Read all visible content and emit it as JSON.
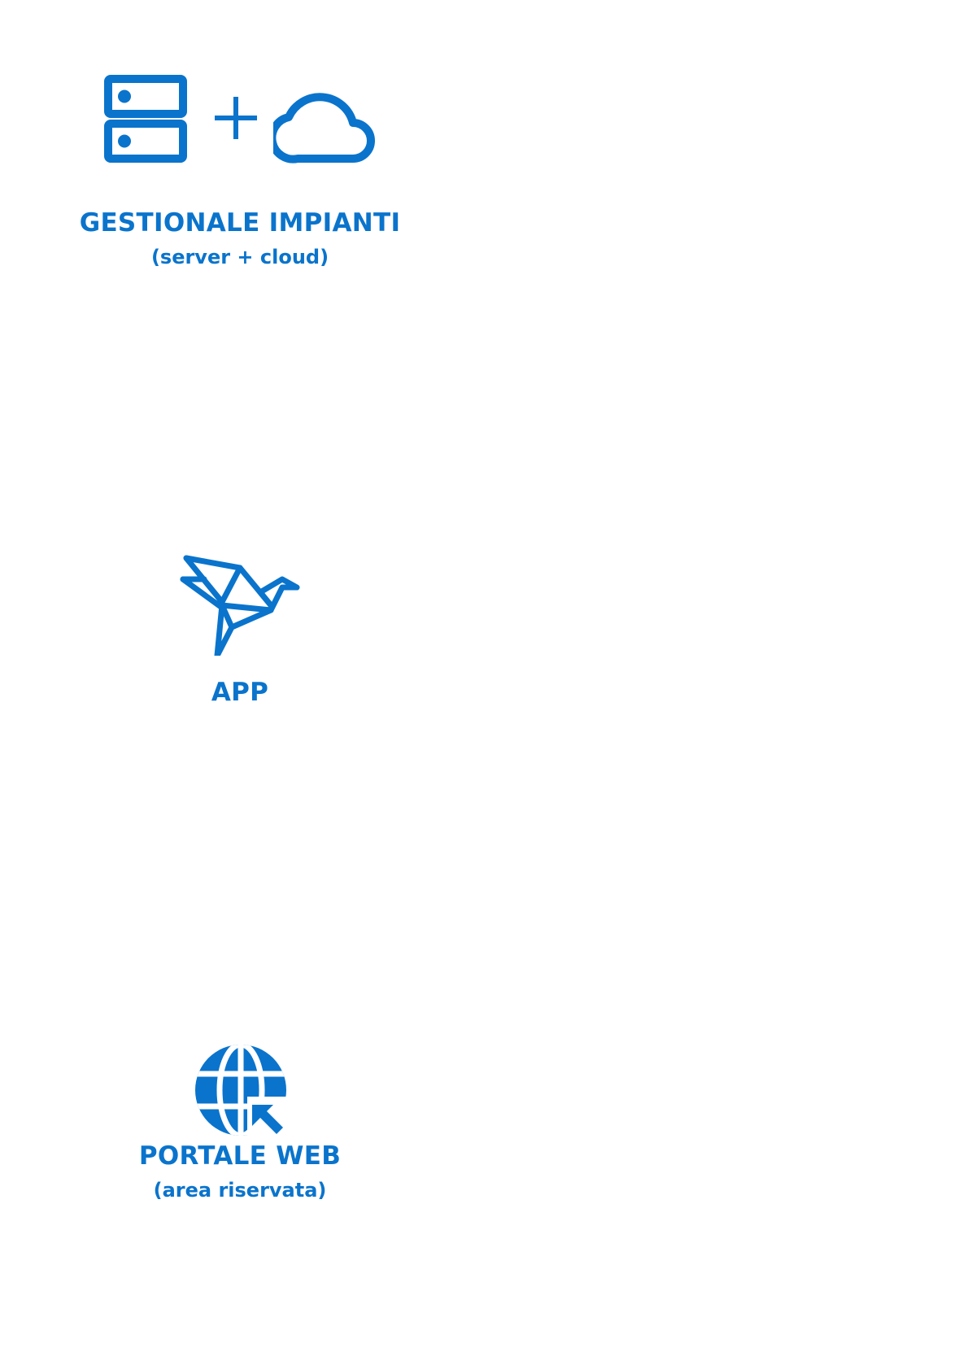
{
  "colors": {
    "accent": "#0A74CC",
    "background": "#FFFFFF"
  },
  "sections": [
    {
      "icons": [
        "server-rack-icon",
        "plus-icon",
        "cloud-icon"
      ],
      "title": "GESTIONALE IMPIANTI",
      "subtitle": "(server + cloud)"
    },
    {
      "icons": [
        "origami-bird-icon"
      ],
      "title": "APP",
      "subtitle": ""
    },
    {
      "icons": [
        "globe-cursor-icon"
      ],
      "title": "PORTALE WEB",
      "subtitle": "(area riservata)"
    }
  ]
}
